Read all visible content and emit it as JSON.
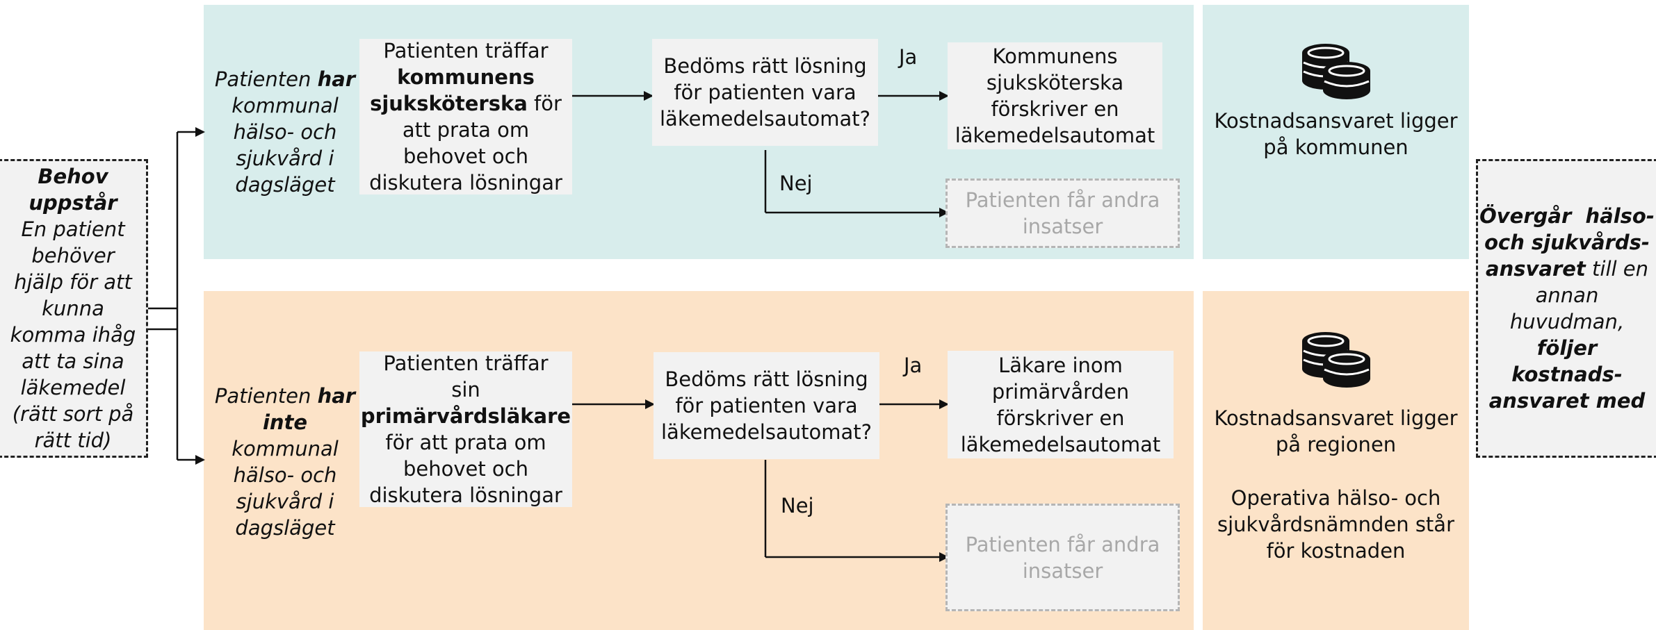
{
  "left_box": {
    "line1": "Behov",
    "line2": "uppstår",
    "rest": [
      "En patient",
      "behöver",
      "hjälp för att",
      "kunna",
      "komma ihåg",
      "att ta sina",
      "läkemedel",
      "(rätt sort på",
      "rätt tid)"
    ]
  },
  "right_box": {
    "p1_bold": "Övergår  hälso-",
    "p2_bold": "och sjukvårds-",
    "p3_bold": "ansvaret",
    "p3_rest": " till en",
    "p4": "annan",
    "p5": "huvudman,",
    "p6_bold": "följer kostnads-",
    "p7_bold": "ansvaret med"
  },
  "top": {
    "status": {
      "pre": "Patienten ",
      "bold": "har",
      "lines": [
        "kommunal",
        "hälso- och",
        "sjukvård i",
        "dagsläget"
      ]
    },
    "meet": {
      "l1": "Patienten träffar",
      "b1": "kommunens",
      "b2": "sjuksköterska",
      "b2_rest": " för",
      "l3": "att prata om",
      "l4": "behovet och",
      "l5": "diskutera lösningar"
    },
    "question": [
      "Bedöms rätt lösning",
      "för patienten vara",
      "läkemedelsautomat?"
    ],
    "yes_label": "Ja",
    "no_label": "Nej",
    "yes_box": [
      "Kommunens",
      "sjuksköterska",
      "förskriver en",
      "läkemedelsautomat"
    ],
    "no_box": [
      "Patienten får andra",
      "insatser"
    ],
    "cost": [
      "Kostnadsansvaret ligger",
      "på kommunen"
    ],
    "coin_icon": "coins-icon"
  },
  "bottom": {
    "status": {
      "pre": "Patienten ",
      "bold1": "har",
      "bold2": "inte",
      "lines": [
        "kommunal",
        "hälso- och",
        "sjukvård i",
        "dagsläget"
      ]
    },
    "meet": {
      "l1": "Patienten träffar",
      "l2": "sin",
      "b1": "primärvårdsläkare",
      "l3": "för att prata om",
      "l4": "behovet och",
      "l5": "diskutera lösningar"
    },
    "question": [
      "Bedöms rätt lösning",
      "för patienten vara",
      "läkemedelsautomat?"
    ],
    "yes_label": "Ja",
    "no_label": "Nej",
    "yes_box": [
      "Läkare inom",
      "primärvården",
      "förskriver en",
      "läkemedelsautomat"
    ],
    "no_box": [
      "Patienten får andra",
      "insatser"
    ],
    "cost": [
      "Kostnadsansvaret ligger",
      "på regionen"
    ],
    "cost2": [
      "Operativa hälso- och",
      "sjukvårdsnämnden står",
      "för kostnaden"
    ],
    "coin_icon": "coins-icon"
  },
  "colors": {
    "top_band": "#d8edec",
    "bottom_band": "#fce3c8",
    "box": "#f2f2f2"
  }
}
